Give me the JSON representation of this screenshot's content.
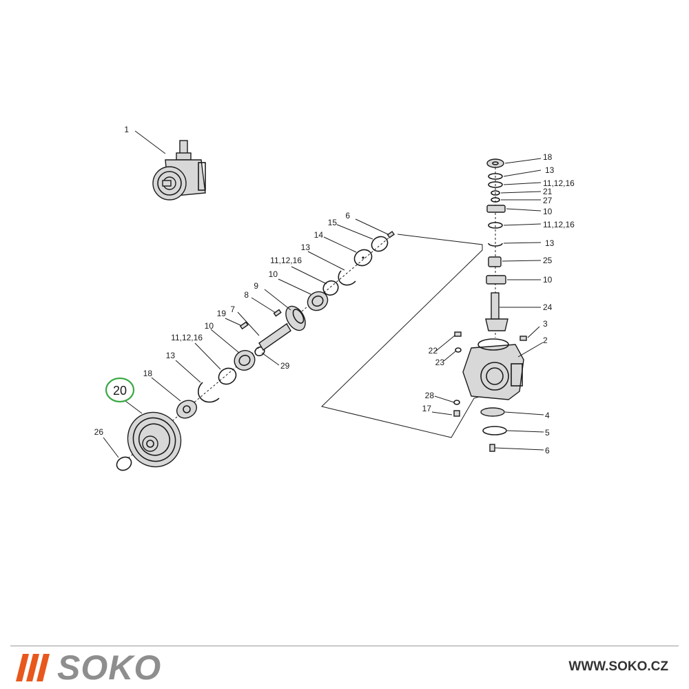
{
  "diagram": {
    "highlight_color": "#3aa845",
    "highlighted_label": "20",
    "labels": {
      "p1": "1",
      "p2": "2",
      "p3": "3",
      "p4": "4",
      "p5": "5",
      "p6a": "6",
      "p6b": "6",
      "p7": "7",
      "p8": "8",
      "p9": "9",
      "p10a": "10",
      "p10b": "10",
      "p10c": "10",
      "p10d": "10",
      "p11a": "11,12,16",
      "p11b": "11,12,16",
      "p11c": "11,12,16",
      "p11d": "11,12,16",
      "p13a": "13",
      "p13b": "13",
      "p13c": "13",
      "p13d": "13",
      "p14": "14",
      "p15": "15",
      "p17": "17",
      "p18a": "18",
      "p18b": "18",
      "p19": "19",
      "p21": "21",
      "p22": "22",
      "p23": "23",
      "p24": "24",
      "p25": "25",
      "p26": "26",
      "p27": "27",
      "p28": "28",
      "p29": "29"
    }
  },
  "footer": {
    "brand": "SOKO",
    "brand_color": "#8e8e8e",
    "accent_color": "#e8571c",
    "url": "WWW.SOKO.CZ"
  }
}
